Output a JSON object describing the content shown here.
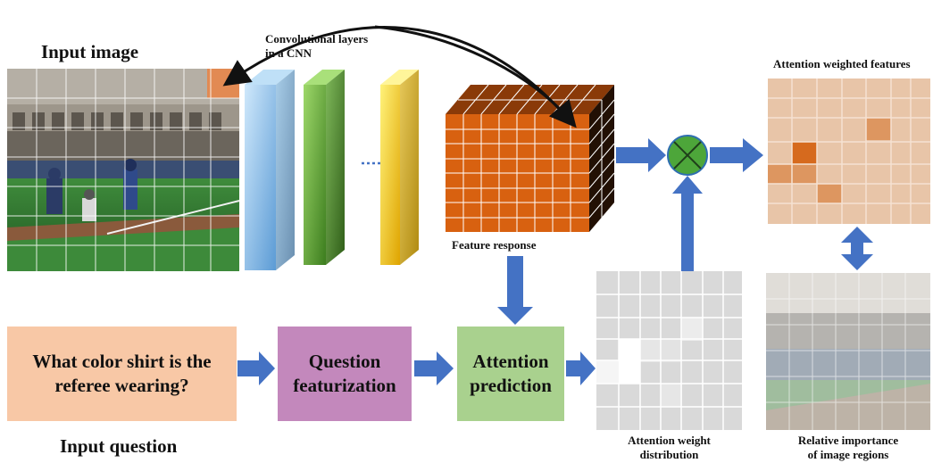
{
  "labels": {
    "input_image": "Input image",
    "conv_layers_line1": "Convolutional layers",
    "conv_layers_line2": "in a CNN",
    "feature_response": "Feature response",
    "attention_weighted_features": "Attention weighted features",
    "input_question": "Input question",
    "attention_weight_line1": "Attention weight",
    "attention_weight_line2": "distribution",
    "relative_importance_line1": "Relative importance",
    "relative_importance_line2": "of image regions"
  },
  "boxes": {
    "question_text": "What color shirt is the referee wearing?",
    "question_featurization": "Question featurization",
    "attention_prediction": "Attention prediction"
  },
  "colors": {
    "question_box": "#f8c8a6",
    "featurization_box": "#c388bc",
    "prediction_box": "#a9d18e",
    "arrow": "#4472c4",
    "cube_front": "#d86110",
    "cube_top": "#8a3a08",
    "cube_side": "#221004",
    "multiply_node": "#4da63a",
    "weighted_bg": "#e8c5a8",
    "weighted_high": "#d66a1e",
    "weighted_mid": "#dd9660"
  }
}
